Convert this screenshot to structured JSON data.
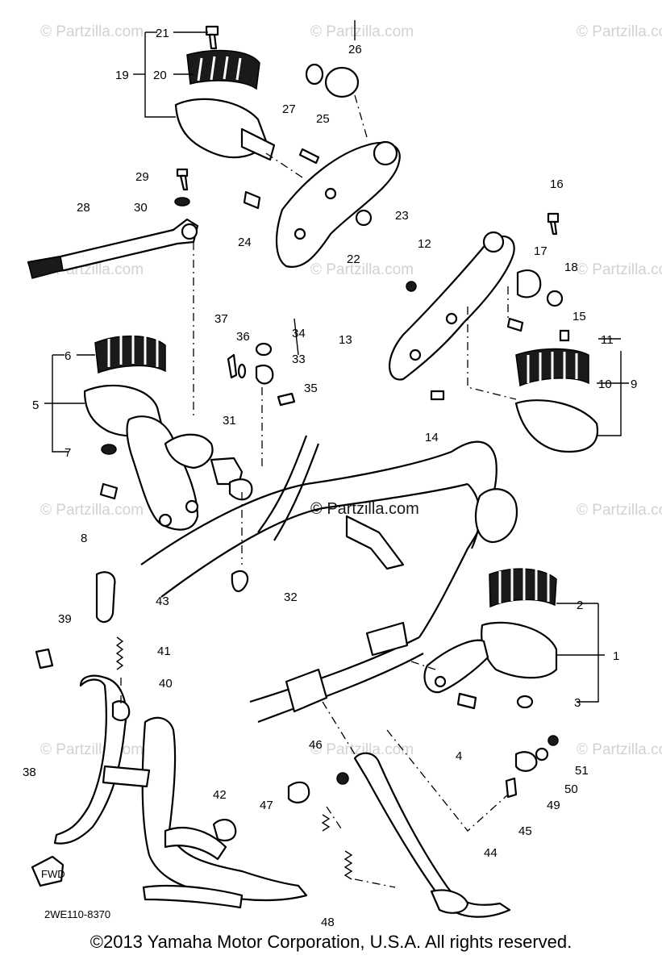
{
  "diagram": {
    "drawing_code": "2WE110-8370",
    "watermark": "Partzilla.com",
    "watermark_symbol": "©",
    "fwd_label": "FWD",
    "callouts": [
      "1",
      "2",
      "3",
      "4",
      "5",
      "6",
      "7",
      "8",
      "9",
      "10",
      "11",
      "12",
      "13",
      "14",
      "15",
      "16",
      "17",
      "18",
      "19",
      "20",
      "21",
      "22",
      "23",
      "24",
      "25",
      "26",
      "27",
      "28",
      "29",
      "30",
      "31",
      "32",
      "33",
      "34",
      "35",
      "36",
      "37",
      "38",
      "39",
      "40",
      "41",
      "42",
      "43",
      "44",
      "45",
      "46",
      "47",
      "48",
      "49",
      "50",
      "51"
    ]
  },
  "footer": {
    "copyright": "©2013  Yamaha Motor Corporation, U.S.A. All rights reserved."
  }
}
